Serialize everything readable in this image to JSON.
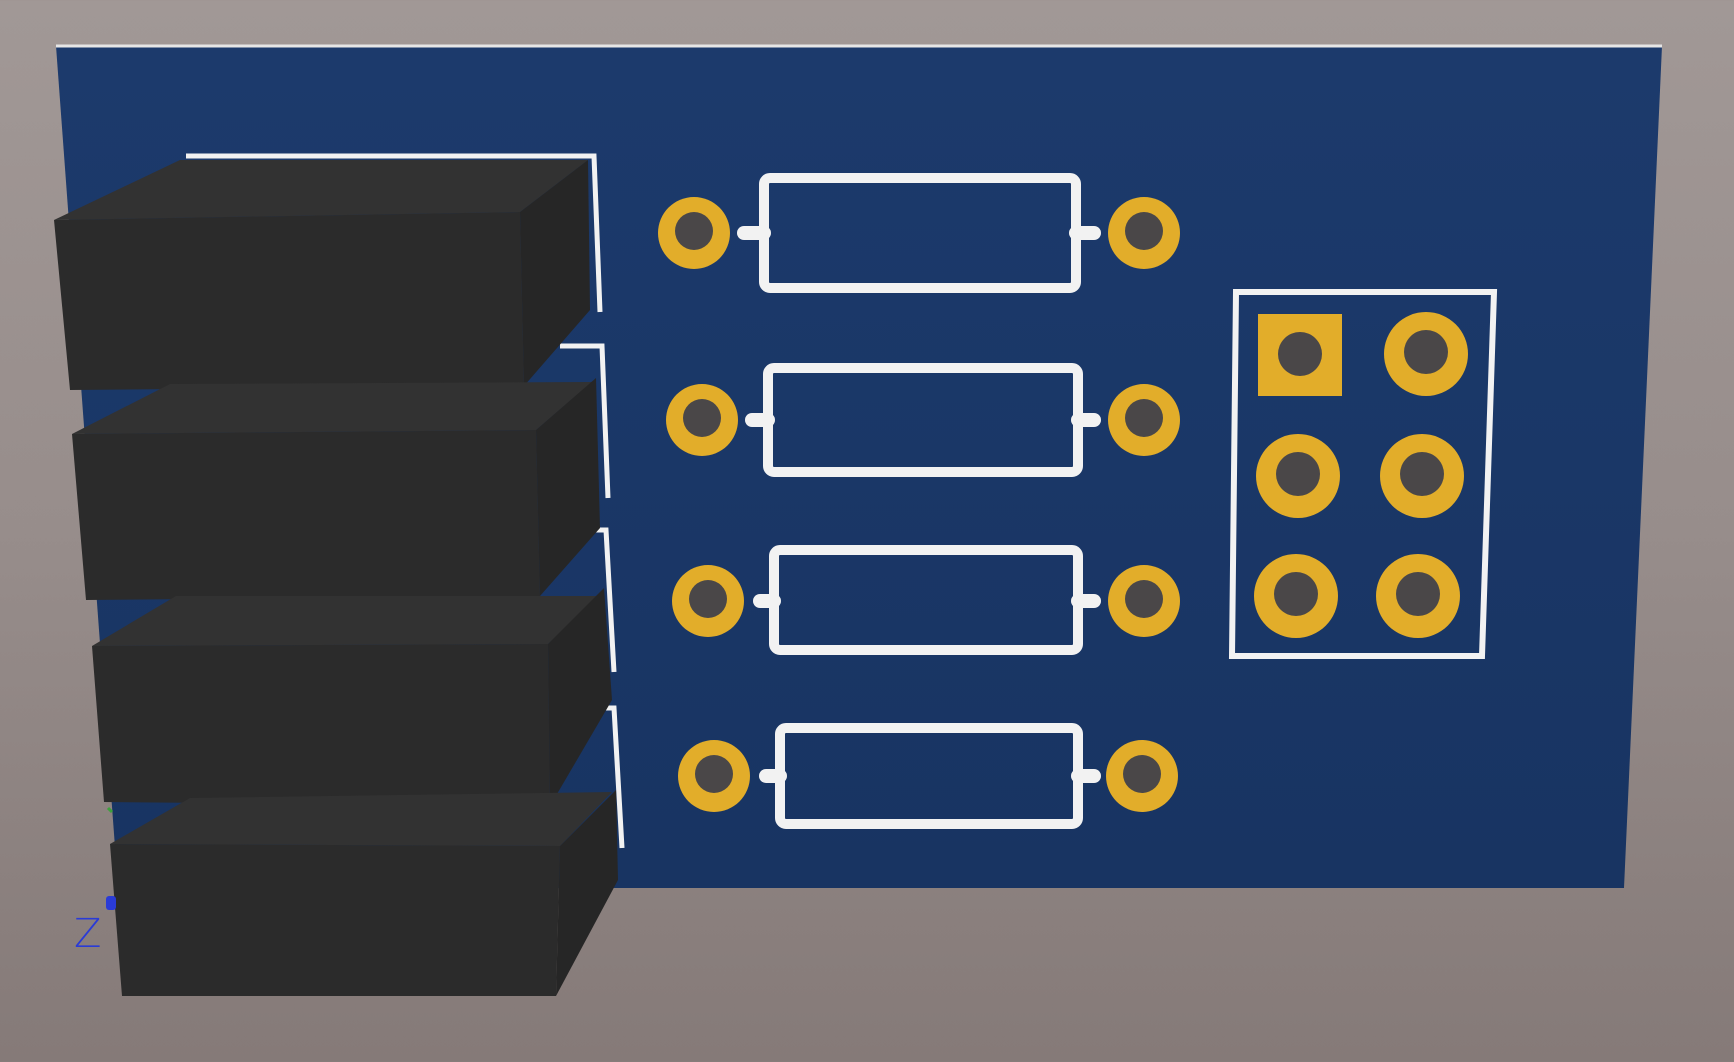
{
  "viewport": {
    "background_top": "#a19896",
    "background_bottom": "#857a78"
  },
  "board": {
    "color": "#1b3766",
    "silkscreen_color": "#f2f2f2",
    "pad_copper_color": "#e2ad2a",
    "drill_color": "#4a4748"
  },
  "components": {
    "connectors": {
      "count": 4,
      "body_color": "#2a2a2a"
    },
    "resistors": {
      "count": 4
    },
    "pin_header": {
      "rows": 3,
      "columns": 2,
      "pin1_square": true
    }
  },
  "axis_gizmo": {
    "label": "Z",
    "color": "#2a3bd6"
  }
}
